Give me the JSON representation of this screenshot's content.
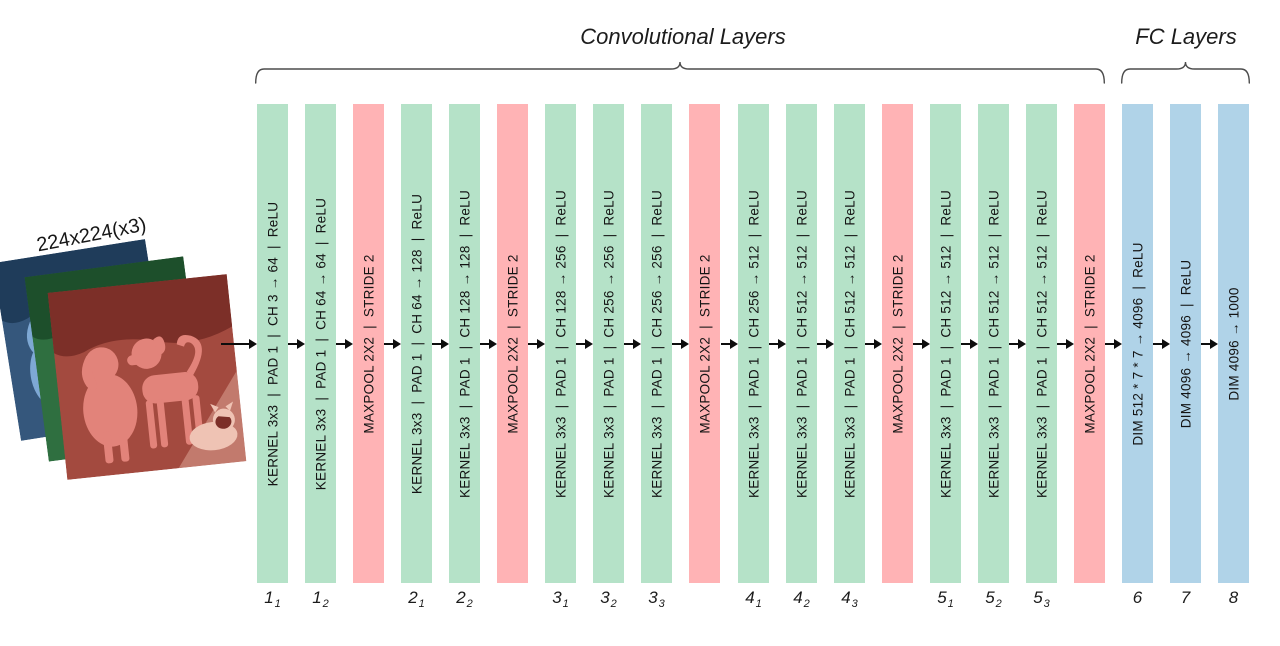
{
  "titles": {
    "conv": "Convolutional Layers",
    "fc": "FC Layers"
  },
  "input_label": "224x224(x3)",
  "colors": {
    "conv": "#b5e2c8",
    "pool": "#ffb3b5",
    "fc": "#b0d3e8"
  },
  "layers": [
    {
      "type": "conv",
      "label": "KERNEL 3x3  |  PAD 1  |  CH 3 → 64  |  ReLU",
      "num": "1",
      "sub": "1"
    },
    {
      "type": "conv",
      "label": "KERNEL 3x3  |  PAD 1  |  CH 64 → 64  |  ReLU",
      "num": "1",
      "sub": "2"
    },
    {
      "type": "pool",
      "label": "MAXPOOL 2X2  |  STRIDE 2",
      "num": "",
      "sub": ""
    },
    {
      "type": "conv",
      "label": "KERNEL 3x3  |  PAD 1  |  CH 64 → 128  |  ReLU",
      "num": "2",
      "sub": "1"
    },
    {
      "type": "conv",
      "label": "KERNEL 3x3  |  PAD 1  |  CH 128 → 128  |  ReLU",
      "num": "2",
      "sub": "2"
    },
    {
      "type": "pool",
      "label": "MAXPOOL 2X2  |  STRIDE 2",
      "num": "",
      "sub": ""
    },
    {
      "type": "conv",
      "label": "KERNEL 3x3  |  PAD 1  |  CH 128 → 256  |  ReLU",
      "num": "3",
      "sub": "1"
    },
    {
      "type": "conv",
      "label": "KERNEL 3x3  |  PAD 1  |  CH 256 → 256  |  ReLU",
      "num": "3",
      "sub": "2"
    },
    {
      "type": "conv",
      "label": "KERNEL 3x3  |  PAD 1  |  CH 256 → 256  |  ReLU",
      "num": "3",
      "sub": "3"
    },
    {
      "type": "pool",
      "label": "MAXPOOL 2X2  |  STRIDE 2",
      "num": "",
      "sub": ""
    },
    {
      "type": "conv",
      "label": "KERNEL 3x3  |  PAD 1  |  CH 256 → 512  |  ReLU",
      "num": "4",
      "sub": "1"
    },
    {
      "type": "conv",
      "label": "KERNEL 3x3  |  PAD 1  |  CH 512 → 512  |  ReLU",
      "num": "4",
      "sub": "2"
    },
    {
      "type": "conv",
      "label": "KERNEL 3x3  |  PAD 1  |  CH 512 → 512  |  ReLU",
      "num": "4",
      "sub": "3"
    },
    {
      "type": "pool",
      "label": "MAXPOOL 2X2  |  STRIDE 2",
      "num": "",
      "sub": ""
    },
    {
      "type": "conv",
      "label": "KERNEL 3x3  |  PAD 1  |  CH 512 → 512  |  ReLU",
      "num": "5",
      "sub": "1"
    },
    {
      "type": "conv",
      "label": "KERNEL 3x3  |  PAD 1  |  CH 512 → 512  |  ReLU",
      "num": "5",
      "sub": "2"
    },
    {
      "type": "conv",
      "label": "KERNEL 3x3  |  PAD 1  |  CH 512 → 512  |  ReLU",
      "num": "5",
      "sub": "3"
    },
    {
      "type": "pool",
      "label": "MAXPOOL 2X2  |  STRIDE 2",
      "num": "",
      "sub": ""
    },
    {
      "type": "fc",
      "label": "DIM 512 * 7 * 7 → 4096  |  ReLU",
      "num": "6",
      "sub": ""
    },
    {
      "type": "fc",
      "label": "DIM 4096 → 4096  |  ReLU",
      "num": "7",
      "sub": ""
    },
    {
      "type": "fc",
      "label": "DIM 4096 → 1000",
      "num": "8",
      "sub": ""
    }
  ]
}
